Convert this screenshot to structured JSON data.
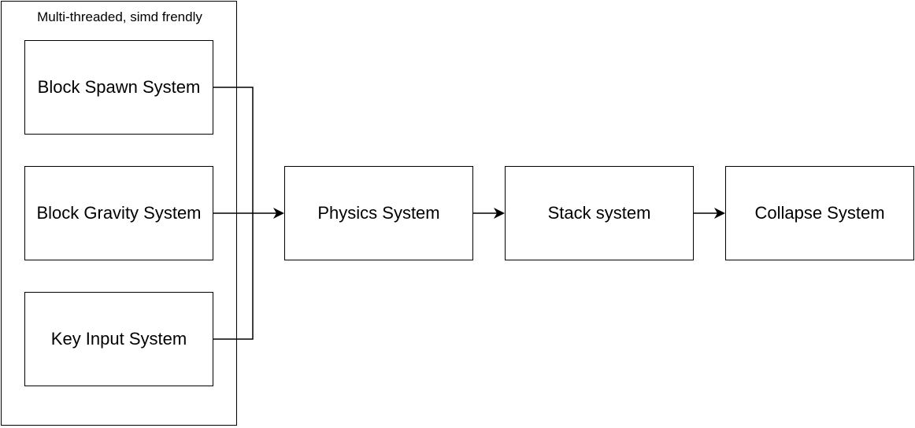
{
  "group": {
    "label": "Multi-threaded, simd frendly"
  },
  "nodes": {
    "block_spawn": "Block Spawn System",
    "block_gravity": "Block Gravity System",
    "key_input": "Key Input System",
    "physics": "Physics System",
    "stack": "Stack system",
    "collapse": "Collapse System"
  },
  "colors": {
    "stroke": "#000000",
    "fill": "#ffffff"
  }
}
